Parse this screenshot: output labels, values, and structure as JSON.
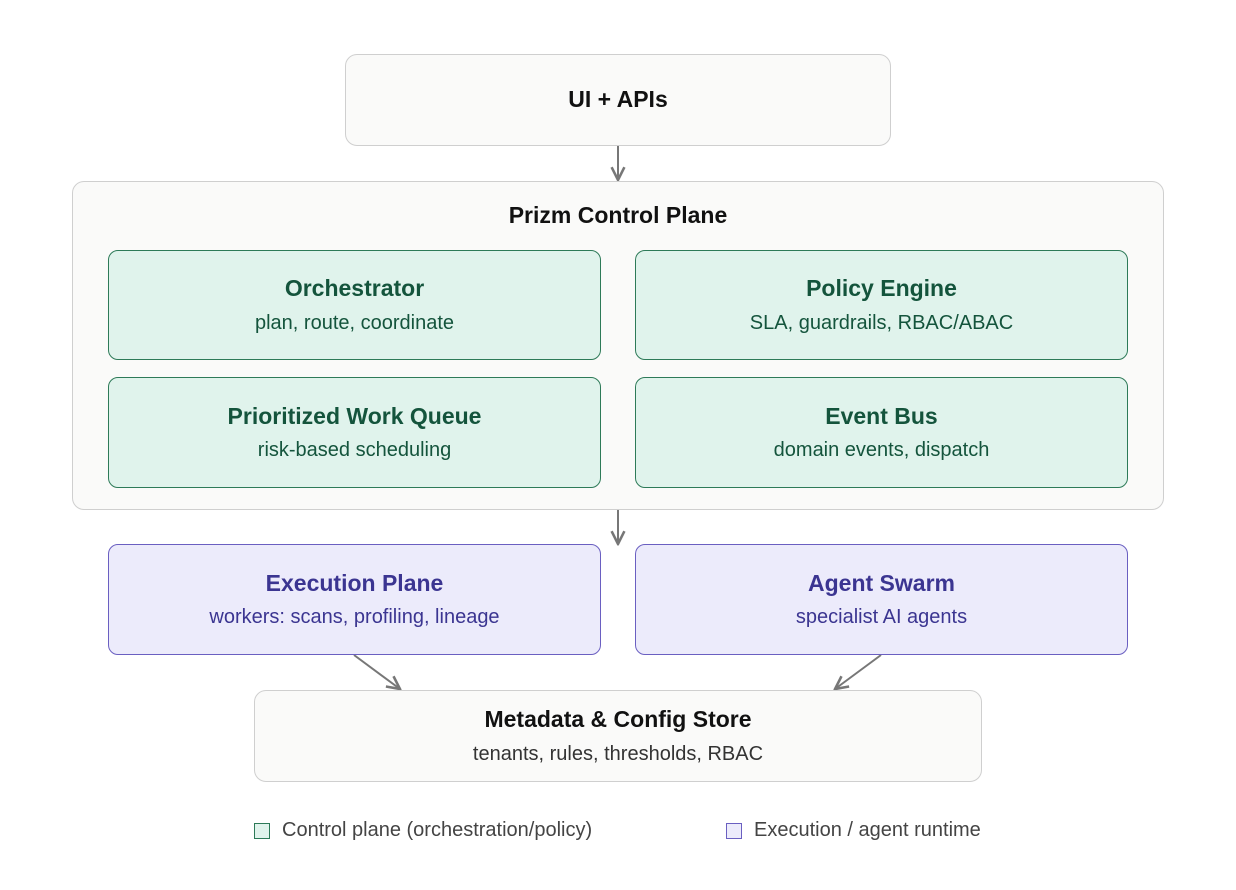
{
  "top_box": {
    "title": "UI + APIs"
  },
  "control_plane": {
    "title": "Prizm Control Plane",
    "components": [
      {
        "title": "Orchestrator",
        "subtitle": "plan, route, coordinate"
      },
      {
        "title": "Policy Engine",
        "subtitle": "SLA, guardrails, RBAC/ABAC"
      },
      {
        "title": "Prioritized Work Queue",
        "subtitle": "risk-based scheduling"
      },
      {
        "title": "Event Bus",
        "subtitle": "domain events, dispatch"
      }
    ]
  },
  "execution": [
    {
      "title": "Execution Plane",
      "subtitle": "workers: scans, profiling, lineage"
    },
    {
      "title": "Agent Swarm",
      "subtitle": "specialist AI agents"
    }
  ],
  "store": {
    "title": "Metadata & Config Store",
    "subtitle": "tenants, rules, thresholds, RBAC"
  },
  "legend": [
    {
      "label": "Control plane (orchestration/policy)",
      "color": "#e0f3ec",
      "border": "#2d7a58"
    },
    {
      "label": "Execution / agent runtime",
      "color": "#ecebfb",
      "border": "#6a5fc1"
    }
  ],
  "colors": {
    "green_fill": "#e0f3ec",
    "green_border": "#2d7a58",
    "purple_fill": "#ecebfb",
    "purple_border": "#6a5fc1",
    "arrow": "#777777"
  }
}
